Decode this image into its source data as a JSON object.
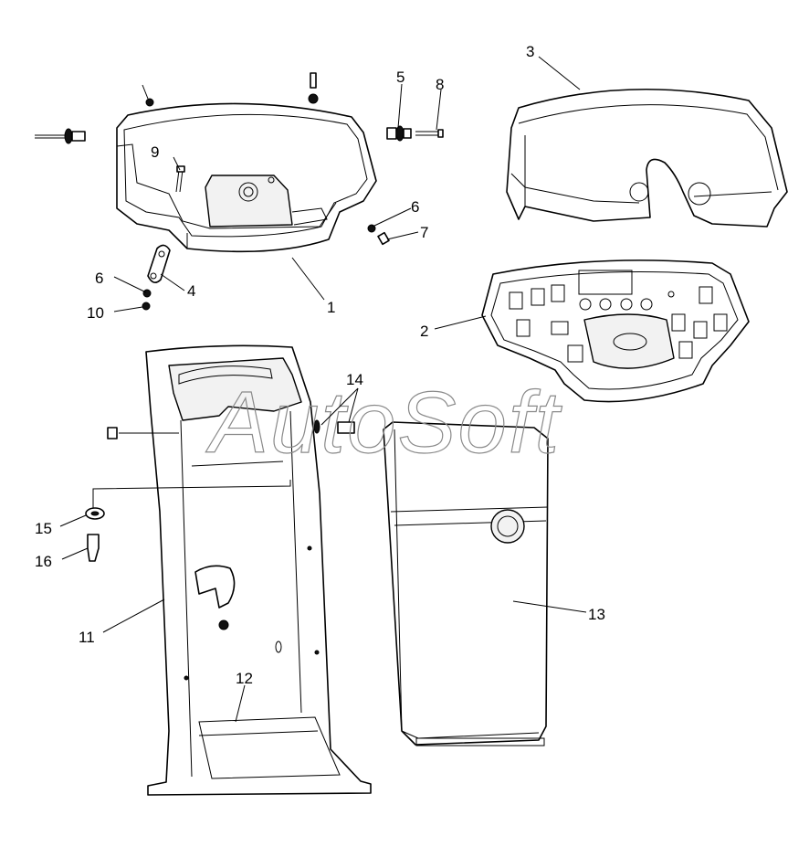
{
  "watermark": "AutoSoft",
  "callouts": [
    {
      "id": "c1",
      "text": "1"
    },
    {
      "id": "c2",
      "text": "2"
    },
    {
      "id": "c3",
      "text": "3"
    },
    {
      "id": "c4",
      "text": "4"
    },
    {
      "id": "c5",
      "text": "5"
    },
    {
      "id": "c6a",
      "text": "6"
    },
    {
      "id": "c6b",
      "text": "6"
    },
    {
      "id": "c7",
      "text": "7"
    },
    {
      "id": "c8",
      "text": "8"
    },
    {
      "id": "c9",
      "text": "9"
    },
    {
      "id": "c10",
      "text": "10"
    },
    {
      "id": "c11",
      "text": "11"
    },
    {
      "id": "c12",
      "text": "12"
    },
    {
      "id": "c13",
      "text": "13"
    },
    {
      "id": "c14",
      "text": "14"
    },
    {
      "id": "c15",
      "text": "15"
    },
    {
      "id": "c16",
      "text": "16"
    }
  ]
}
